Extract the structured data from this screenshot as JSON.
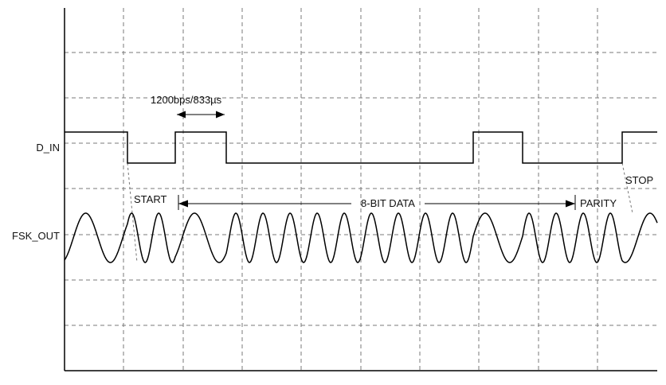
{
  "labels": {
    "d_in": "D_IN",
    "fsk_out": "FSK_OUT",
    "bit_rate": "1200bps/833µs",
    "start": "START",
    "data": "8-BIT DATA",
    "parity": "PARITY",
    "stop": "STOP"
  },
  "waveform": {
    "bits": [
      1,
      0,
      1,
      0,
      0,
      0,
      0,
      0,
      1,
      0,
      0,
      1
    ],
    "bit_duration_us": 833,
    "bit_rate_bps": 1200
  }
}
